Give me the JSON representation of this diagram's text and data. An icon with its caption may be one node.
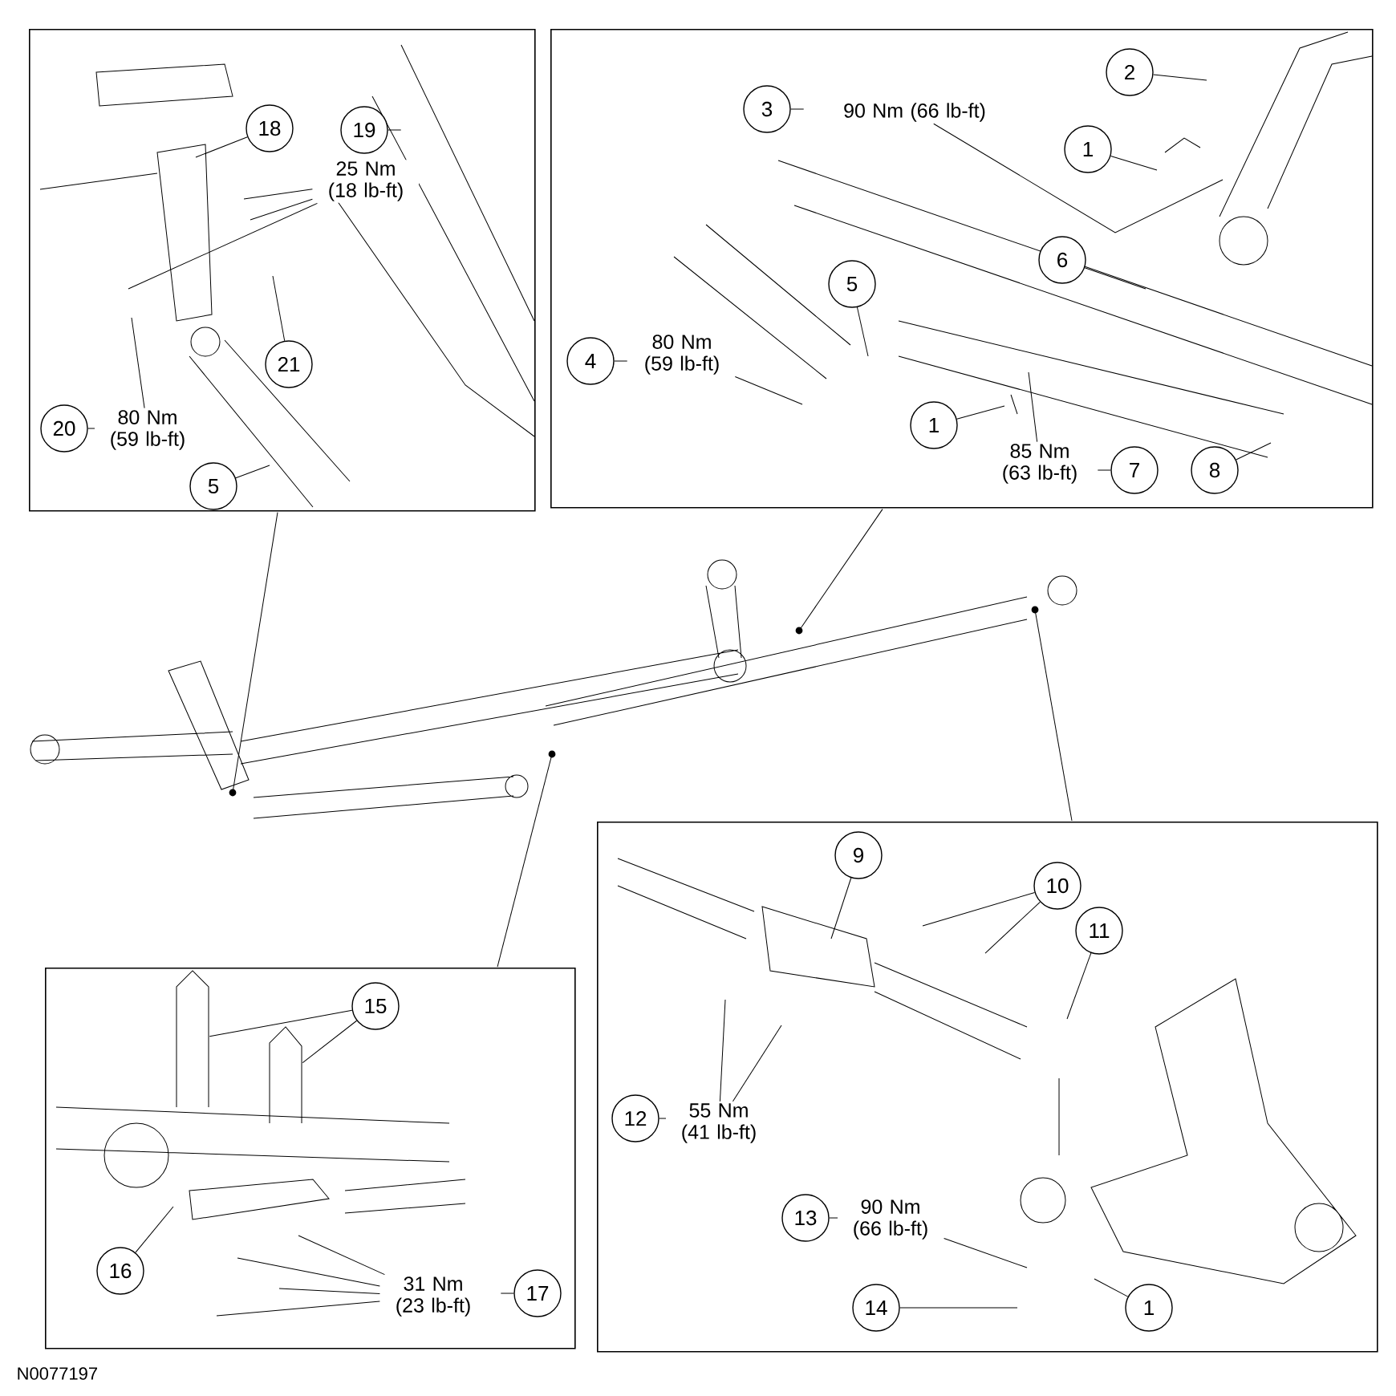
{
  "diagram": {
    "nodes": [
      {
        "text": [],
        "shape": "box"
      },
      {
        "text": [
          "18"
        ],
        "in": 0
      },
      {
        "text": [
          "19"
        ],
        "in": 0,
        "beside": [
          "25 Nm (18 lb-ft)"
        ]
      },
      {
        "text": [
          "21"
        ],
        "in": 0
      },
      {
        "text": [
          "20"
        ],
        "in": 0,
        "beside": [
          "80 Nm (59 lb-ft)"
        ]
      },
      {
        "text": [
          "5"
        ],
        "in": 0
      },
      {
        "text": [],
        "shape": "box"
      },
      {
        "text": [
          "2"
        ],
        "in": 6
      },
      {
        "text": [
          "3"
        ],
        "in": 6,
        "beside": [
          "90 Nm (66 lb-ft)"
        ]
      },
      {
        "text": [
          "1"
        ],
        "in": 6
      },
      {
        "text": [
          "6"
        ],
        "in": 6
      },
      {
        "text": [
          "5"
        ],
        "in": 6
      },
      {
        "text": [
          "4"
        ],
        "in": 6,
        "beside": [
          "80 Nm (59 lb-ft)"
        ]
      },
      {
        "text": [
          "1"
        ],
        "in": 6
      },
      {
        "text": [
          "7"
        ],
        "in": 6,
        "beside": [
          "85 Nm (63 lb-ft)"
        ]
      },
      {
        "text": [
          "8"
        ],
        "in": 6
      },
      {
        "text": [],
        "shape": "picture"
      },
      {
        "text": [],
        "shape": "box"
      },
      {
        "text": [
          "9"
        ],
        "in": 17
      },
      {
        "text": [
          "10"
        ],
        "in": 17
      },
      {
        "text": [
          "11"
        ],
        "in": 17
      },
      {
        "text": [
          "12"
        ],
        "in": 17,
        "beside": [
          "55 Nm (41 lb-ft)"
        ]
      },
      {
        "text": [
          "13"
        ],
        "in": 17,
        "beside": [
          "90 Nm (66 lb-ft)"
        ]
      },
      {
        "text": [
          "14"
        ],
        "in": 17
      },
      {
        "text": [
          "1"
        ],
        "in": 17
      },
      {
        "text": [],
        "shape": "box"
      },
      {
        "text": [
          "15"
        ],
        "in": 25
      },
      {
        "text": [
          "16"
        ],
        "in": 25
      },
      {
        "text": [
          "17"
        ],
        "in": 25,
        "beside": [
          "31 Nm (23 lb-ft)"
        ]
      },
      {
        "text": [],
        "in": 25,
        "shape": "picture"
      },
      {
        "text": [],
        "in": 25,
        "shape": "picture"
      }
    ],
    "edges": [
      {
        "from": 0,
        "to": 16,
        "arrow": "none"
      },
      {
        "from": 6,
        "to": 16,
        "arrow": "none"
      },
      {
        "from": 17,
        "to": 16,
        "arrow": "none"
      },
      {
        "from": 25,
        "to": 16,
        "arrow": "none"
      },
      {
        "from": 1,
        "to": null,
        "arrow": "none"
      },
      {
        "from": 2,
        "to": null,
        "arrow": "none"
      },
      {
        "from": 2,
        "to": null,
        "arrow": "none"
      },
      {
        "from": 2,
        "to": null,
        "arrow": "none"
      },
      {
        "from": 3,
        "to": null,
        "arrow": "none"
      },
      {
        "from": 4,
        "to": null,
        "arrow": "none"
      },
      {
        "from": 5,
        "to": null,
        "arrow": "none"
      },
      {
        "from": 7,
        "to": null,
        "arrow": "none"
      },
      {
        "from": 8,
        "to": null,
        "arrow": "none"
      },
      {
        "from": 9,
        "to": null,
        "arrow": "none"
      },
      {
        "from": 10,
        "to": null,
        "arrow": "none"
      },
      {
        "from": 11,
        "to": null,
        "arrow": "none"
      },
      {
        "from": 12,
        "to": null,
        "arrow": "none"
      },
      {
        "from": 13,
        "to": null,
        "arrow": "none"
      },
      {
        "from": 14,
        "to": null,
        "arrow": "none"
      },
      {
        "from": 15,
        "to": null,
        "arrow": "none"
      },
      {
        "from": 18,
        "to": null,
        "arrow": "none"
      },
      {
        "from": 19,
        "to": null,
        "arrow": "none"
      },
      {
        "from": 19,
        "to": null,
        "arrow": "none"
      },
      {
        "from": 20,
        "to": null,
        "arrow": "none"
      },
      {
        "from": 21,
        "to": null,
        "arrow": "none"
      },
      {
        "from": 21,
        "to": null,
        "arrow": "none"
      },
      {
        "from": 22,
        "to": null,
        "arrow": "none"
      },
      {
        "from": 23,
        "to": null,
        "arrow": "none"
      },
      {
        "from": 24,
        "to": null,
        "arrow": "none"
      },
      {
        "from": 26,
        "to": 29,
        "arrow": "none"
      },
      {
        "from": 26,
        "to": 30,
        "arrow": "none"
      },
      {
        "from": 27,
        "to": null,
        "arrow": "none"
      },
      {
        "from": 28,
        "to": null,
        "arrow": "none"
      },
      {
        "from": 28,
        "to": null,
        "arrow": "none"
      },
      {
        "from": 28,
        "to": null,
        "arrow": "none"
      },
      {
        "from": 28,
        "to": null,
        "arrow": "none"
      }
    ],
    "labels": [
      "N0077197"
    ]
  }
}
